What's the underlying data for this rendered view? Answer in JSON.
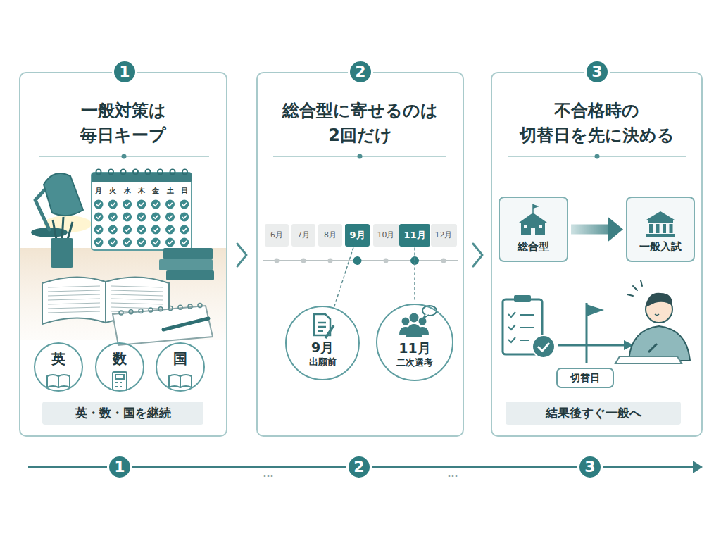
{
  "diagram": {
    "nodes": [
      {
        "text": [
          "一般対策は 毎日キープ"
        ]
      },
      {
        "text": [
          "1"
        ],
        "in": 0
      },
      {
        "text": [
          "英"
        ],
        "in": 0
      },
      {
        "text": [
          "数"
        ],
        "in": 0
      },
      {
        "text": [
          "国"
        ],
        "in": 0
      },
      {
        "text": [
          "英・数・国を継続"
        ],
        "in": 0
      },
      {
        "text": [
          "総合型に寄せるのは 2回だけ"
        ]
      },
      {
        "text": [
          "2"
        ],
        "in": 6
      },
      {
        "text": [
          "6月"
        ],
        "in": 6
      },
      {
        "text": [
          "7月"
        ],
        "in": 6
      },
      {
        "text": [
          "8月"
        ],
        "in": 6
      },
      {
        "text": [
          "9月"
        ],
        "in": 6
      },
      {
        "text": [
          "10月"
        ],
        "in": 6
      },
      {
        "text": [
          "11月"
        ],
        "in": 6
      },
      {
        "text": [
          "12月"
        ],
        "in": 6
      },
      {
        "text": [
          "9月",
          "出願前"
        ],
        "in": 6
      },
      {
        "text": [
          "11月",
          "二次選考"
        ],
        "in": 6
      },
      {
        "text": [
          "不合格時の 切替日を先に決める"
        ]
      },
      {
        "text": [
          "3"
        ],
        "in": 17
      },
      {
        "text": [
          "総合型"
        ],
        "in": 17
      },
      {
        "text": [
          "一般入試"
        ],
        "in": 17
      },
      {
        "text": [
          "切替日"
        ],
        "in": 17
      },
      {
        "text": [
          "結果後すぐ一般へ"
        ],
        "in": 17
      },
      {
        "text": [
          "1"
        ]
      },
      {
        "text": [
          "2"
        ]
      },
      {
        "text": [
          "3"
        ]
      }
    ],
    "edges": [
      {
        "from": 11,
        "to": 15,
        "arrow": "none"
      },
      {
        "from": 13,
        "to": 16,
        "arrow": "none"
      },
      {
        "from": 19,
        "to": 20,
        "arrow": "to"
      },
      {
        "from": 23,
        "to": 24,
        "arrow": "none"
      },
      {
        "from": 24,
        "to": 25,
        "arrow": "none"
      }
    ],
    "labels": [
      "月",
      "火",
      "水",
      "木",
      "金",
      "土",
      "日",
      "···",
      "···"
    ]
  }
}
